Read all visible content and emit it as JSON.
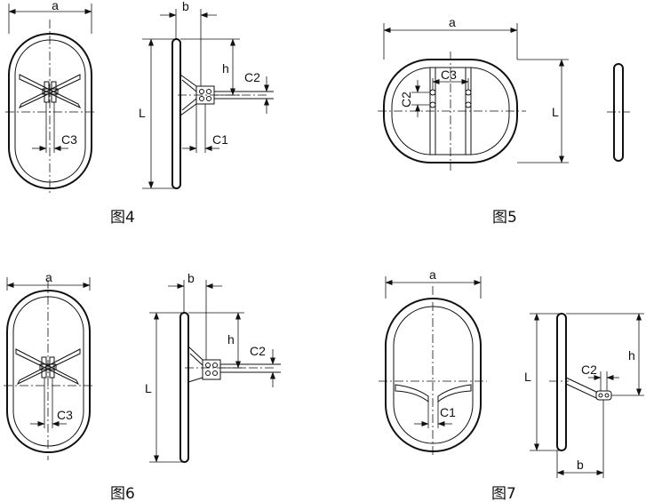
{
  "figures": [
    {
      "caption": "图4",
      "dims": {
        "a": "a",
        "b": "b",
        "h": "h",
        "L": "L",
        "c1": "C1",
        "c2": "C2",
        "c3": "C3"
      }
    },
    {
      "caption": "图5",
      "dims": {
        "a": "a",
        "L": "L",
        "c2": "C2",
        "c3": "C3"
      }
    },
    {
      "caption": "图6",
      "dims": {
        "a": "a",
        "b": "b",
        "h": "h",
        "L": "L",
        "c2": "C2",
        "c3": "C3"
      }
    },
    {
      "caption": "图7",
      "dims": {
        "a": "a",
        "b": "b",
        "h": "h",
        "L": "L",
        "c1": "C1",
        "c2": "C2"
      }
    }
  ]
}
